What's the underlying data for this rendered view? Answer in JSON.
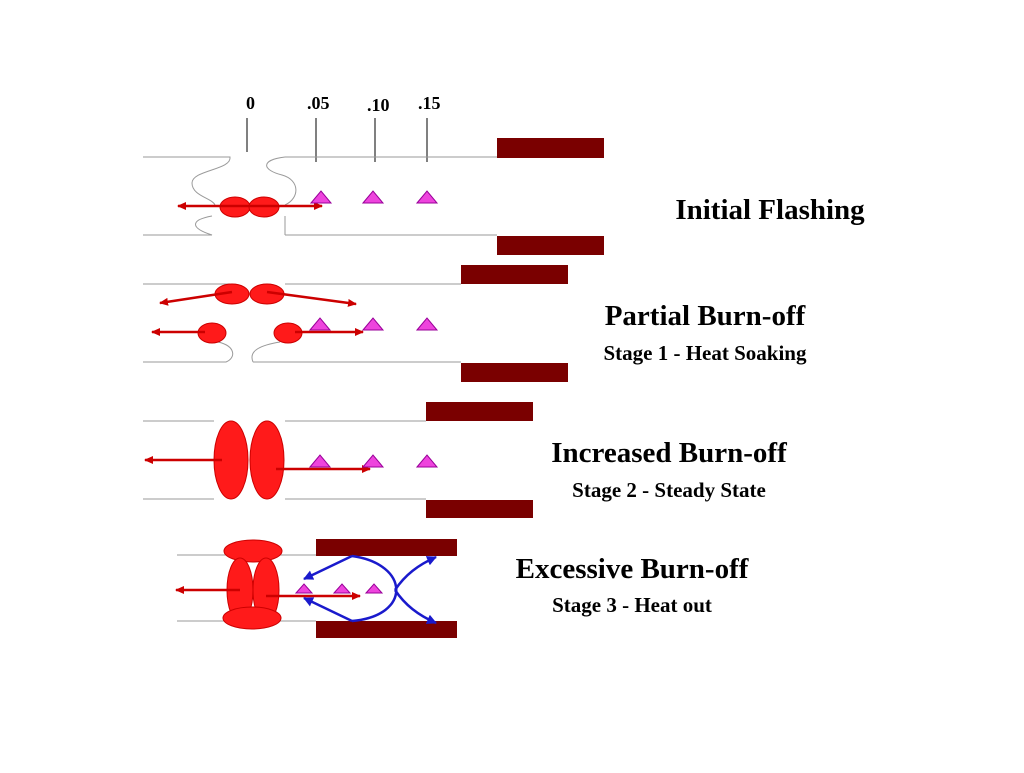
{
  "scale": {
    "ticks": [
      "0",
      ".05",
      ".10",
      ".15"
    ]
  },
  "stages": [
    {
      "title": "Initial Flashing",
      "subtitle": ""
    },
    {
      "title": "Partial Burn-off",
      "subtitle": "Stage 1 - Heat Soaking"
    },
    {
      "title": "Increased Burn-off",
      "subtitle": "Stage 2 - Steady State"
    },
    {
      "title": "Excessive Burn-off",
      "subtitle": "Stage 3 - Heat out"
    }
  ],
  "colors": {
    "electrode": "#7a0000",
    "molten": "#ff1a1a",
    "arrow_red": "#cc0000",
    "marker": "#ee44dd",
    "heat_arrow": "#1a1acc",
    "outline": "#9a9a9a"
  }
}
